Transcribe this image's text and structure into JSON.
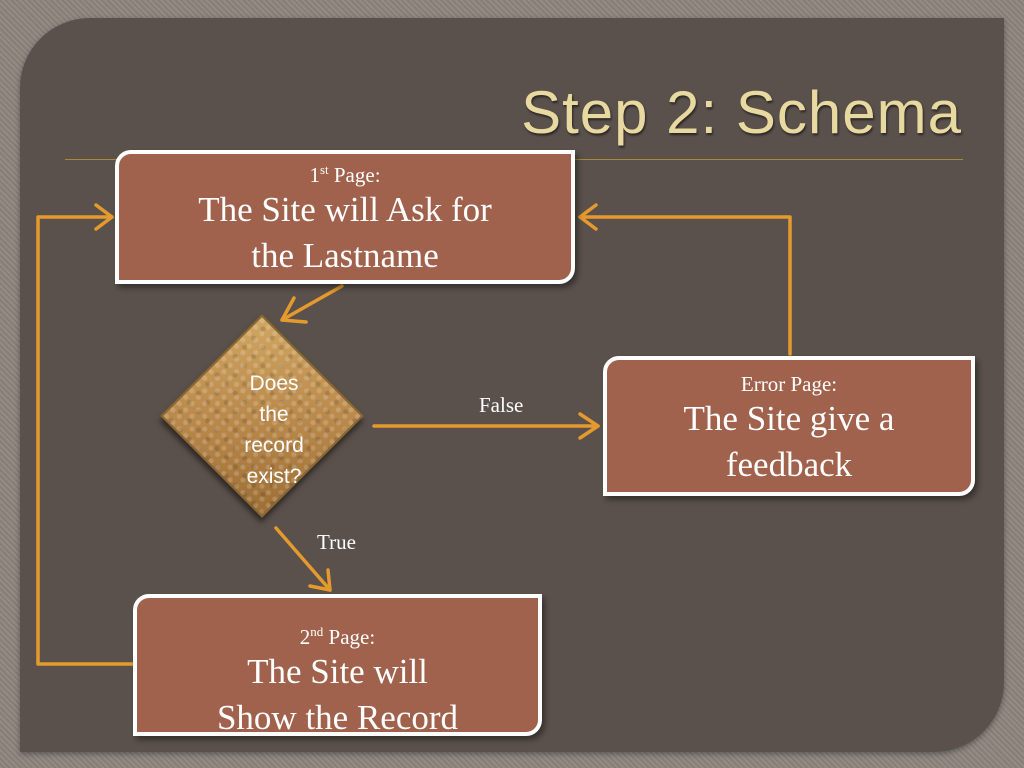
{
  "slide": {
    "title": "Step 2: Schema"
  },
  "diagram": {
    "nodes": {
      "first_page": {
        "heading_prefix": "1",
        "heading_sup": "st",
        "heading_suffix": " Page:",
        "line1": "The Site will Ask for",
        "line2": "the Lastname"
      },
      "decision": {
        "lines": [
          "Does",
          "the",
          "record",
          "exist?"
        ]
      },
      "error_page": {
        "heading": "Error Page:",
        "line1": "The Site give a",
        "line2": "feedback"
      },
      "second_page": {
        "heading_prefix": "2",
        "heading_sup": "nd",
        "heading_suffix": " Page:",
        "line1": "The Site will",
        "line2": "Show the Record"
      }
    },
    "edges": {
      "false_label": "False",
      "true_label": "True"
    },
    "colors": {
      "slide_bg": "#5a514c",
      "box_fill": "#a0624c",
      "box_border": "#ffffff",
      "arrow": "#e49a2c",
      "title": "#e8d9a0",
      "diamond": "#c49a57"
    }
  }
}
